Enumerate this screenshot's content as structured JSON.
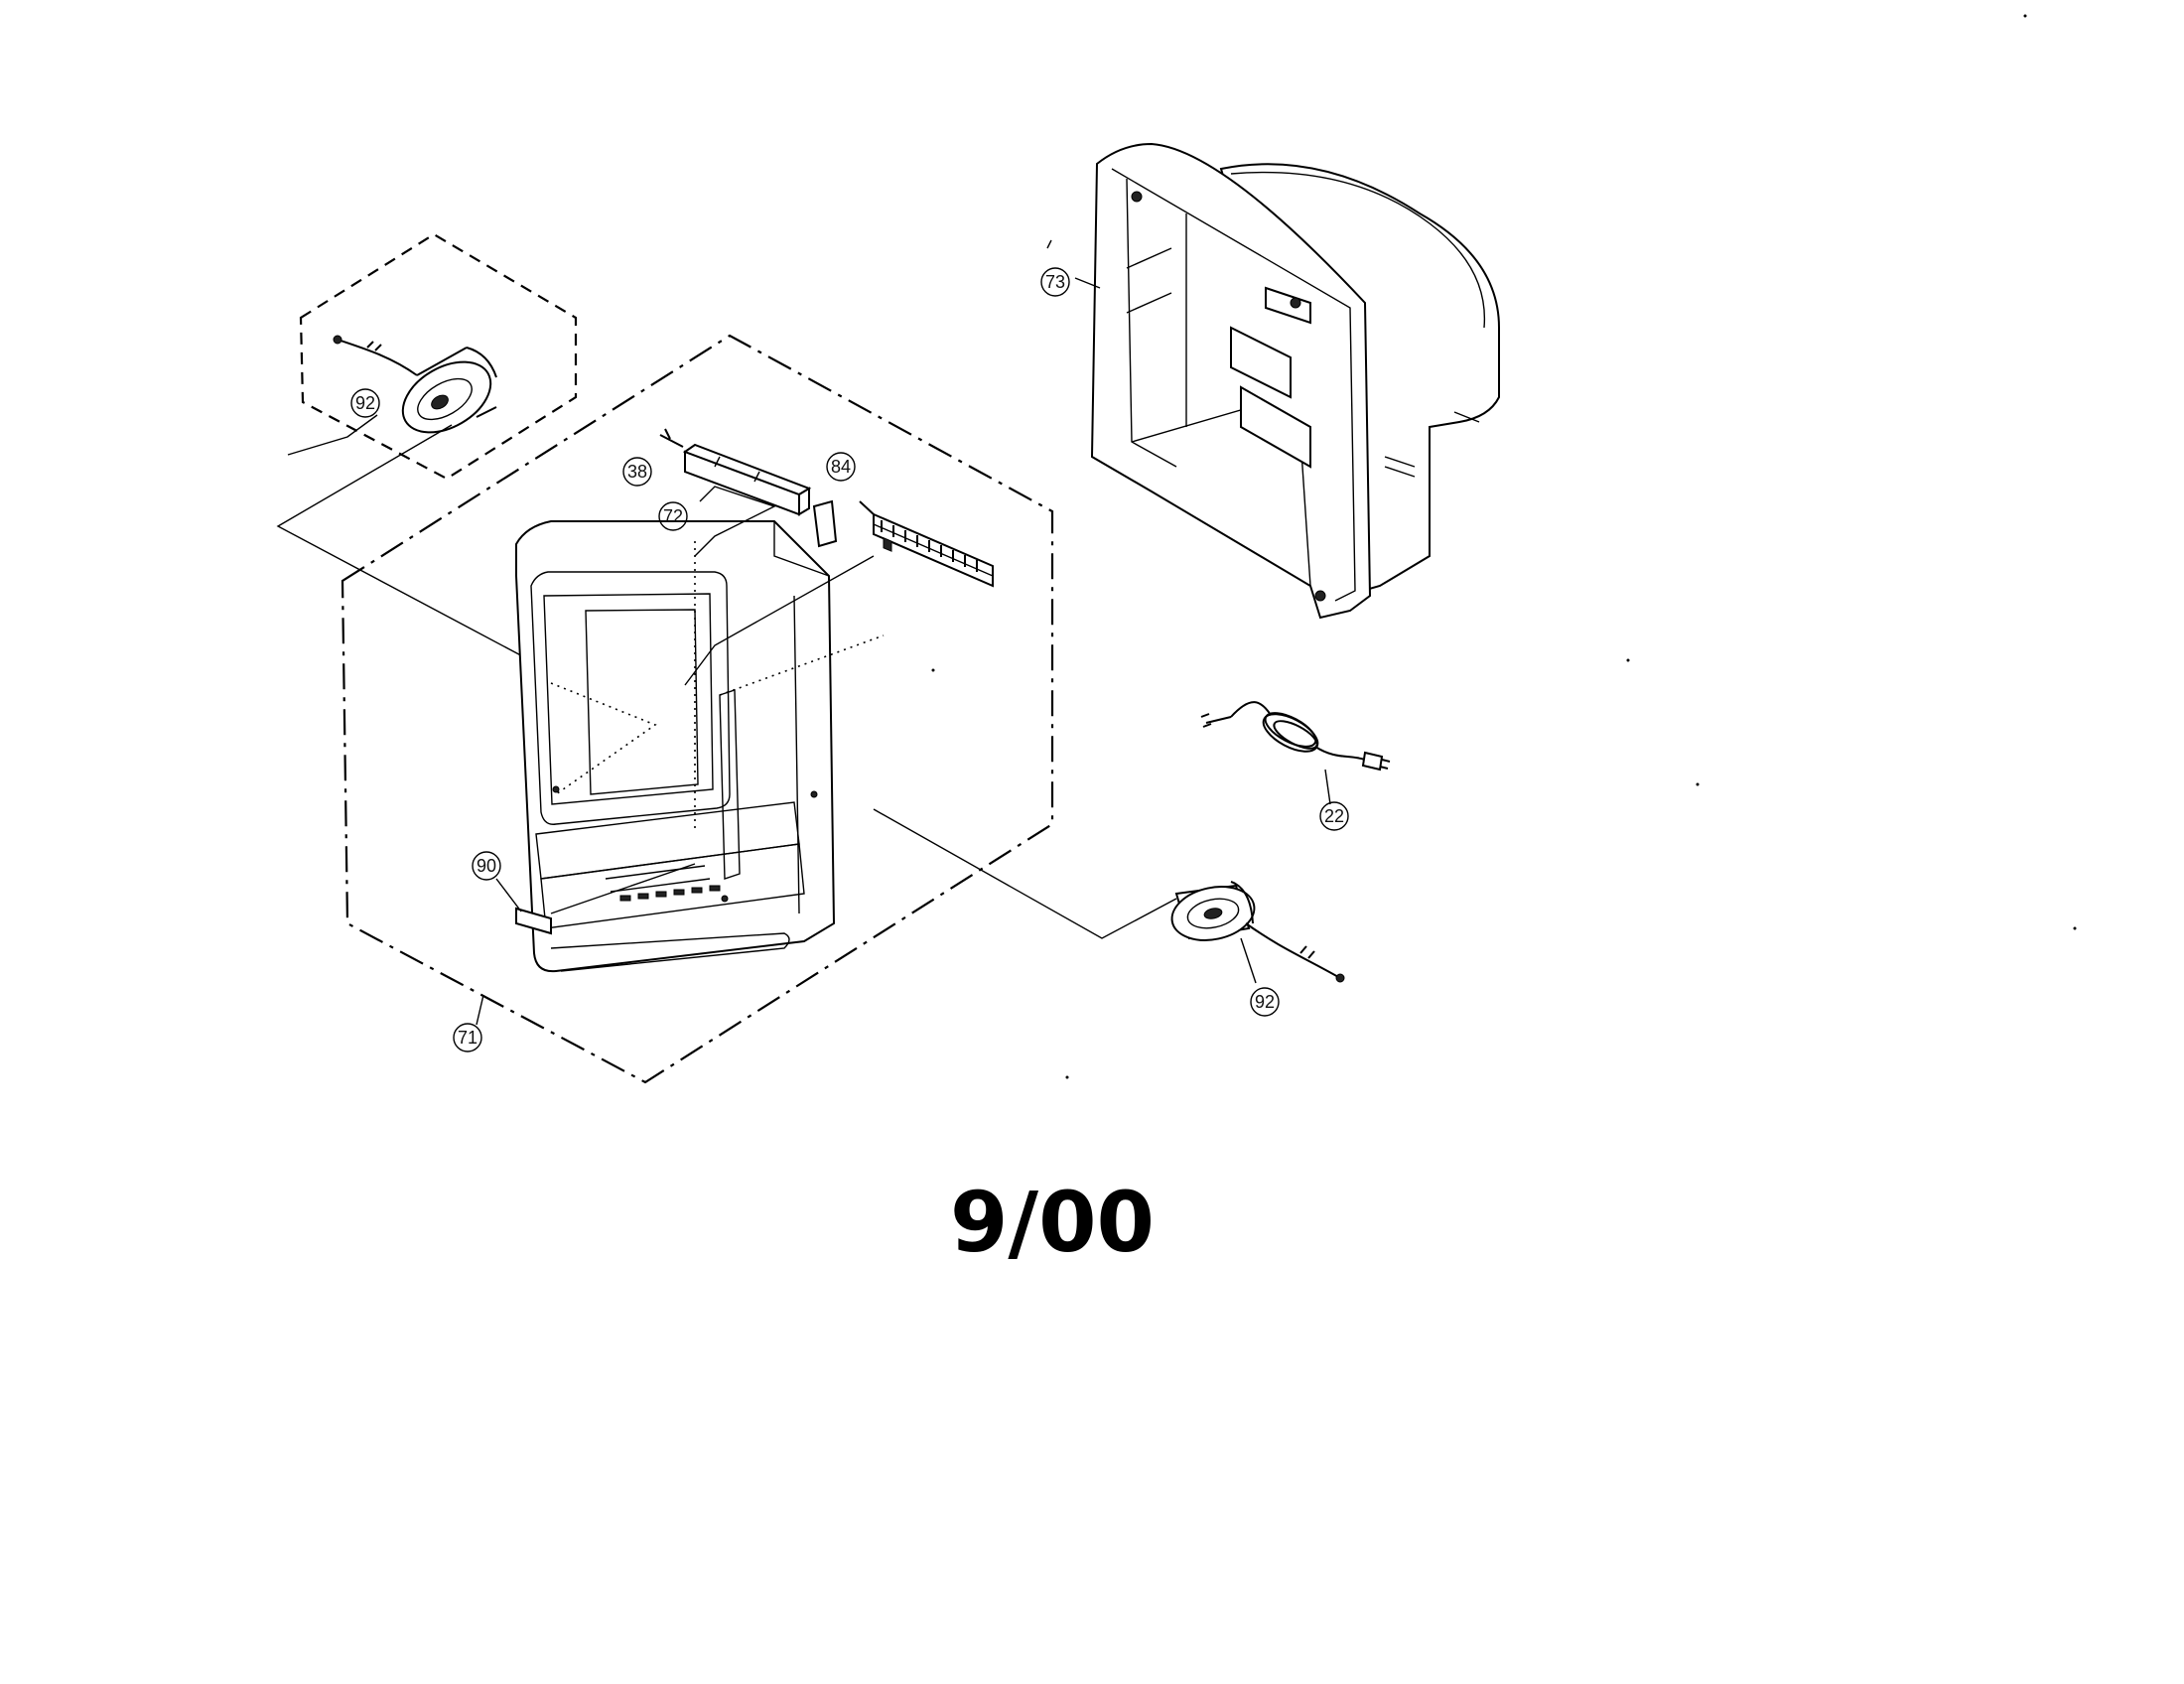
{
  "diagram": {
    "part_callouts": {
      "speaker_left": "92",
      "speaker_right": "92",
      "front_cabinet": "71",
      "rear_cabinet": "73",
      "panel_screw": "38",
      "control_panel": "72",
      "button_strip": "84",
      "badge": "90",
      "power_cord": "22"
    },
    "revision_date": "9/00"
  }
}
